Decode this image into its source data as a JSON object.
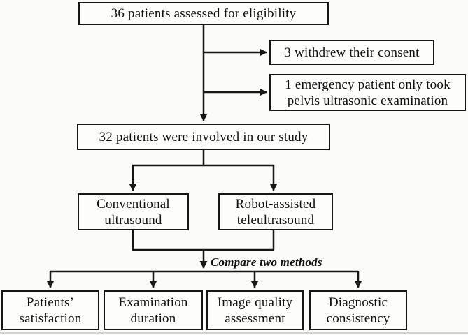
{
  "diagram": {
    "type": "flowchart",
    "nodes": {
      "eligibility": "36 patients assessed for eligibility",
      "withdrew": "3 withdrew their consent",
      "emergency": "1 emergency patient only took pelvis ultrasonic examination",
      "involved": "32 patients were involved in our study",
      "conventional": "Conventional ultrasound",
      "robot": "Robot-assisted teleultrasound",
      "satisfaction": "Patients’ satisfaction",
      "duration": "Examination duration",
      "image_quality": "Image quality assessment",
      "diagnostic": "Diagnostic consistency"
    },
    "annotations": {
      "compare": "Compare two methods"
    },
    "edges": [
      {
        "from": "eligibility",
        "to": "withdrew"
      },
      {
        "from": "eligibility",
        "to": "emergency"
      },
      {
        "from": "eligibility",
        "to": "involved"
      },
      {
        "from": "involved",
        "to": "conventional"
      },
      {
        "from": "involved",
        "to": "robot"
      },
      {
        "from": "conventional",
        "to": "compare-junction"
      },
      {
        "from": "robot",
        "to": "compare-junction"
      },
      {
        "from": "compare-junction",
        "to": "satisfaction"
      },
      {
        "from": "compare-junction",
        "to": "duration"
      },
      {
        "from": "compare-junction",
        "to": "image_quality"
      },
      {
        "from": "compare-junction",
        "to": "diagnostic"
      }
    ],
    "colors": {
      "line": "#161616",
      "box_border": "#161616",
      "box_fill": "#fdfdfc",
      "text": "#0f0f0f",
      "background": "#fbfbf8"
    }
  }
}
